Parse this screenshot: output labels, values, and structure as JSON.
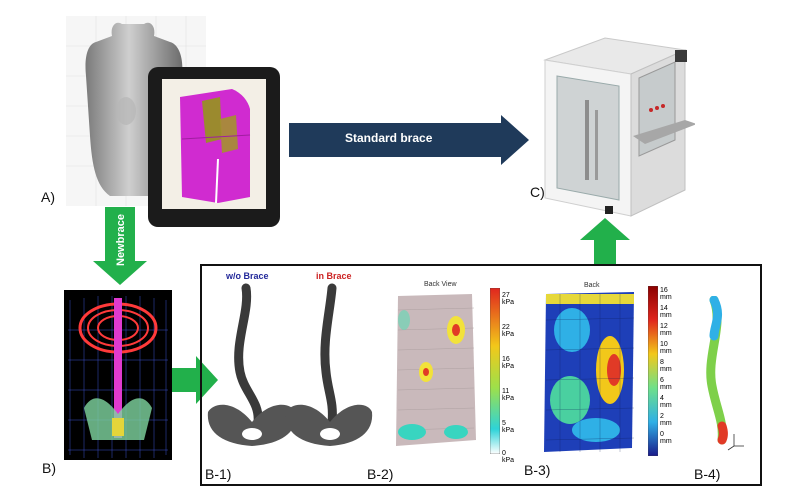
{
  "labels": {
    "a": "A)",
    "b": "B)",
    "c": "C)",
    "b1": "B-1)",
    "b2": "B-2)",
    "b3": "B-3)",
    "b4": "B-4)"
  },
  "arrows": {
    "standard": "Standard brace",
    "newbrace": "Newbrace"
  },
  "b1": {
    "without_brace": "w/o Brace",
    "in_brace": "in Brace"
  },
  "b2": {
    "title": "Back View",
    "scale_ticks": [
      "27 kPa",
      "22 kPa",
      "16 kPa",
      "11 kPa",
      "5 kPa",
      "0 kPa"
    ]
  },
  "b3": {
    "title": "Back",
    "scale_ticks": [
      "16 mm",
      "14 mm",
      "12 mm",
      "10 mm",
      "8 mm",
      "6 mm",
      "4 mm",
      "2 mm",
      "0 mm"
    ]
  },
  "colors": {
    "arrow_navy": "#1f3a5a",
    "arrow_green": "#22b04b",
    "brace_magenta": "#d02bd0"
  }
}
